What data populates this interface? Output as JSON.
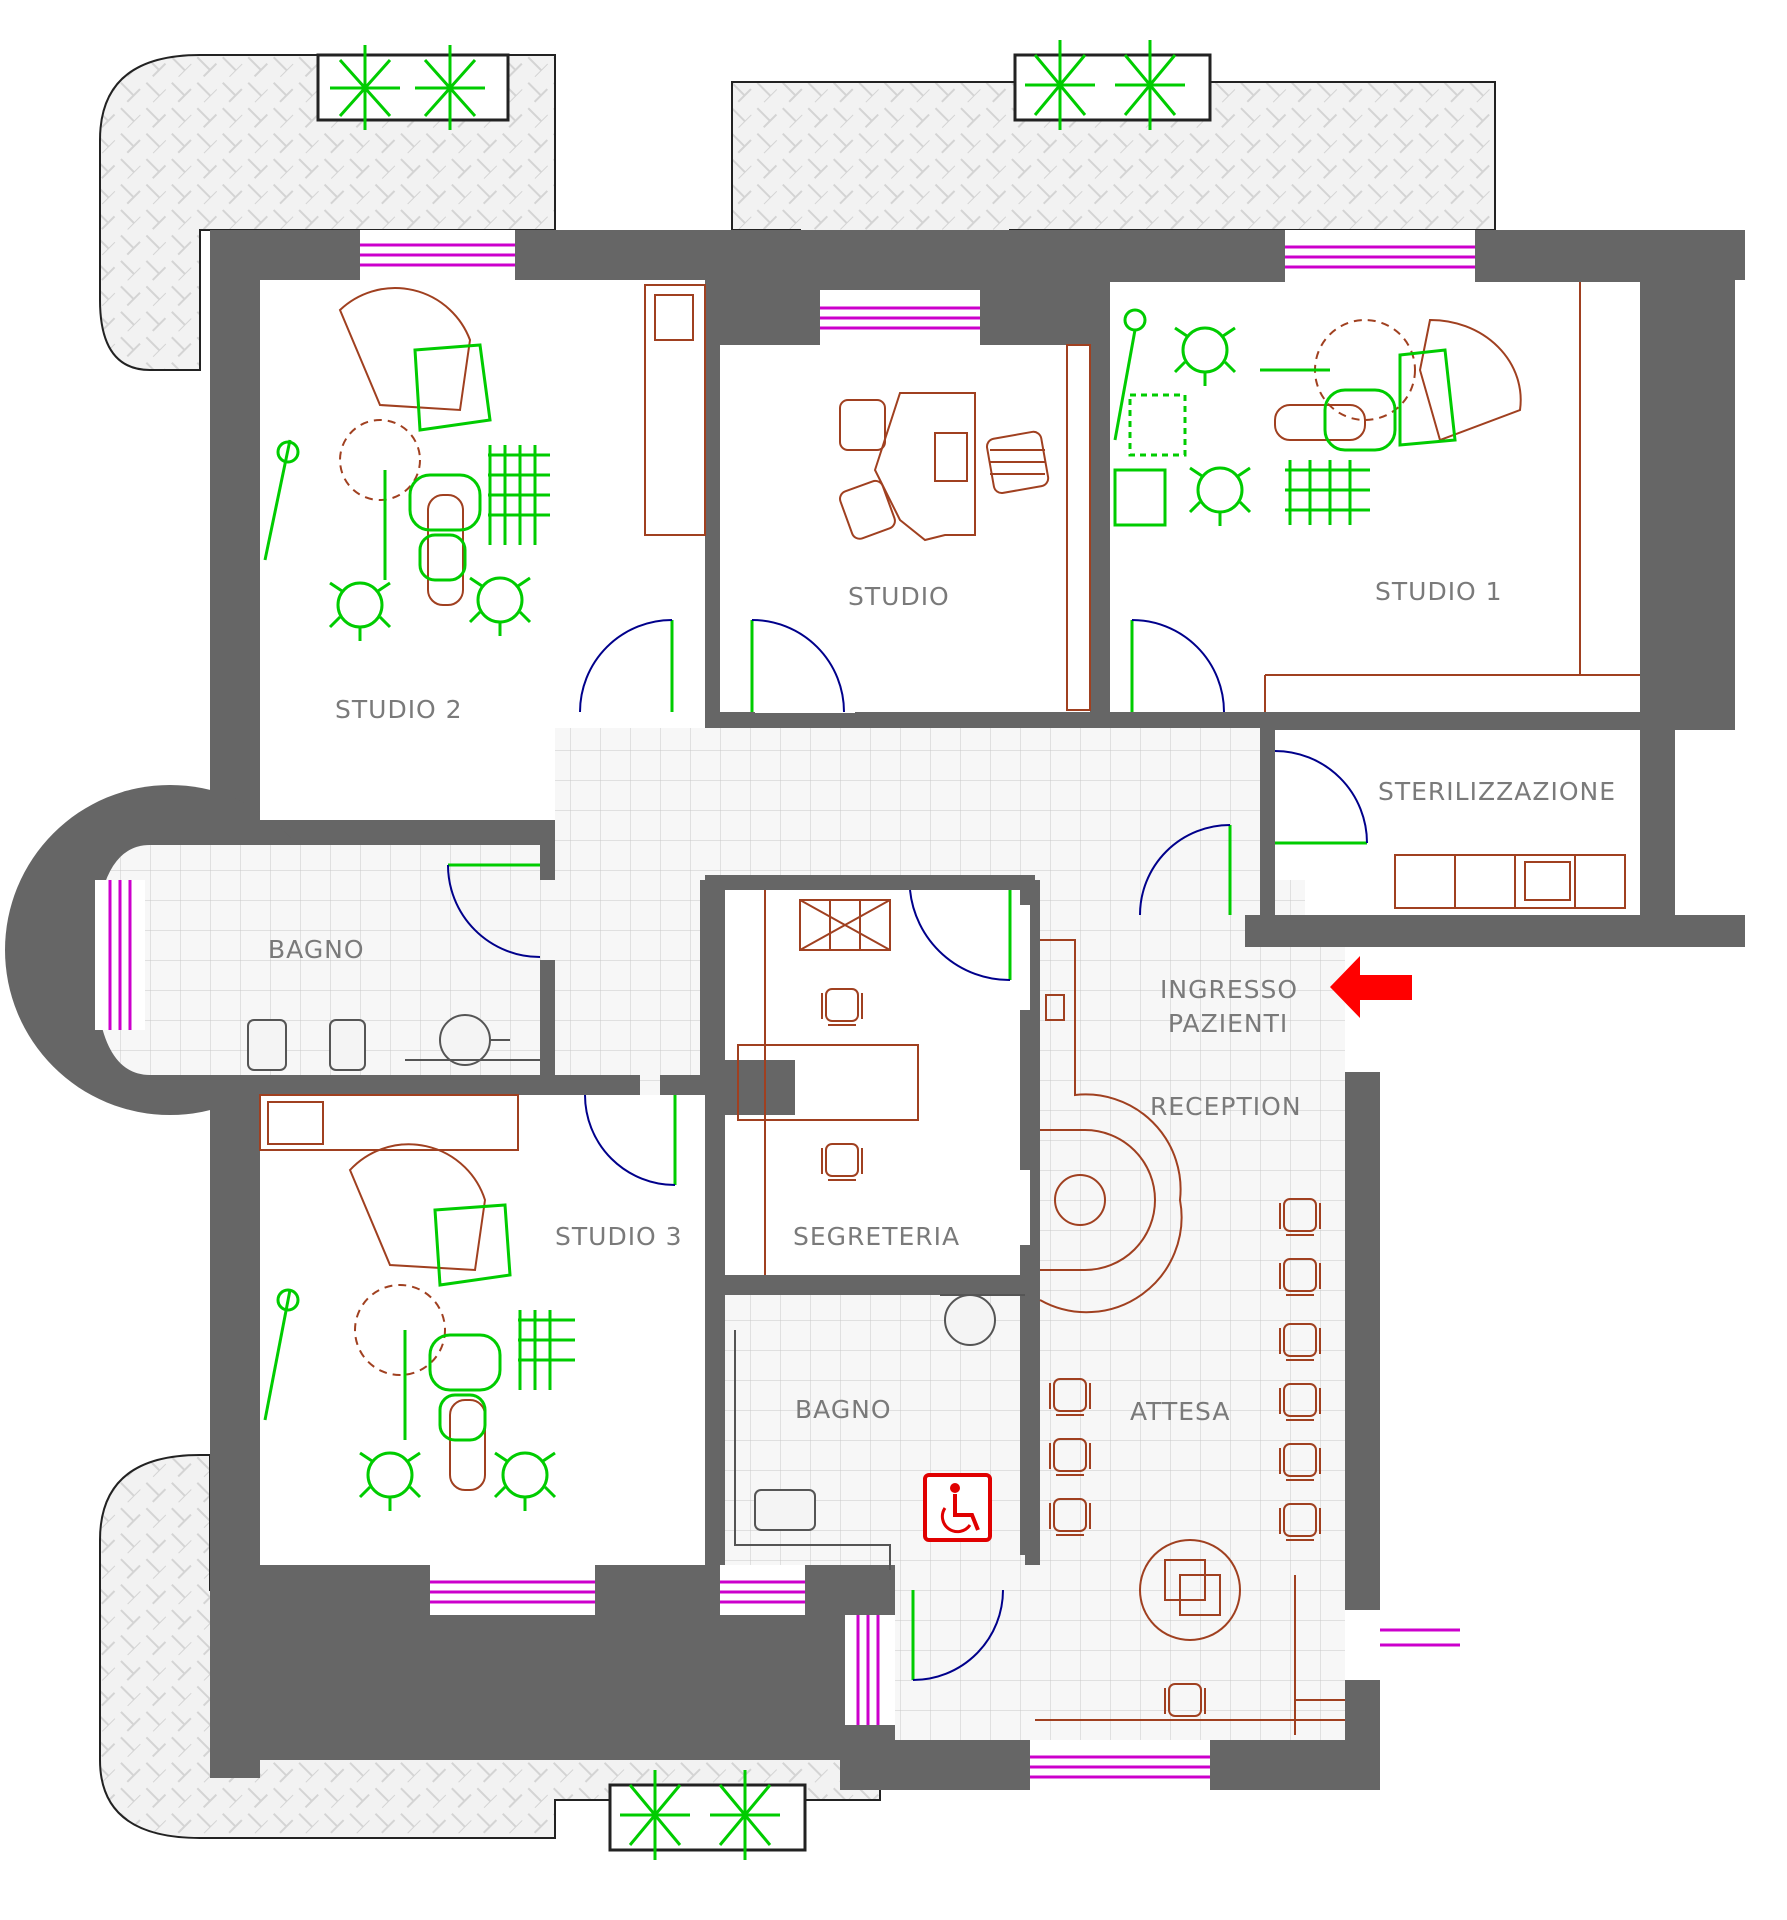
{
  "rooms": {
    "studio": "STUDIO",
    "studio1": "STUDIO 1",
    "studio2": "STUDIO 2",
    "studio3": "STUDIO 3",
    "sterilizzazione": "STERILIZZAZIONE",
    "bagno_left": "BAGNO",
    "bagno_center": "BAGNO",
    "ingresso_line1": "INGRESSO",
    "ingresso_line2": "PAZIENTI",
    "reception": "RECEPTION",
    "segreteria": "SEGRETERIA",
    "attesa": "ATTESA"
  },
  "symbols": {
    "entrance_arrow": "red-arrow-icon",
    "accessible": "wheelchair-icon"
  },
  "colors": {
    "wall": "#666666",
    "window": "#cc00cc",
    "furniture": "#a04020",
    "dental_equipment": "#00cc00",
    "door_swing": "#00008b",
    "entrance_arrow": "#ff0000"
  }
}
